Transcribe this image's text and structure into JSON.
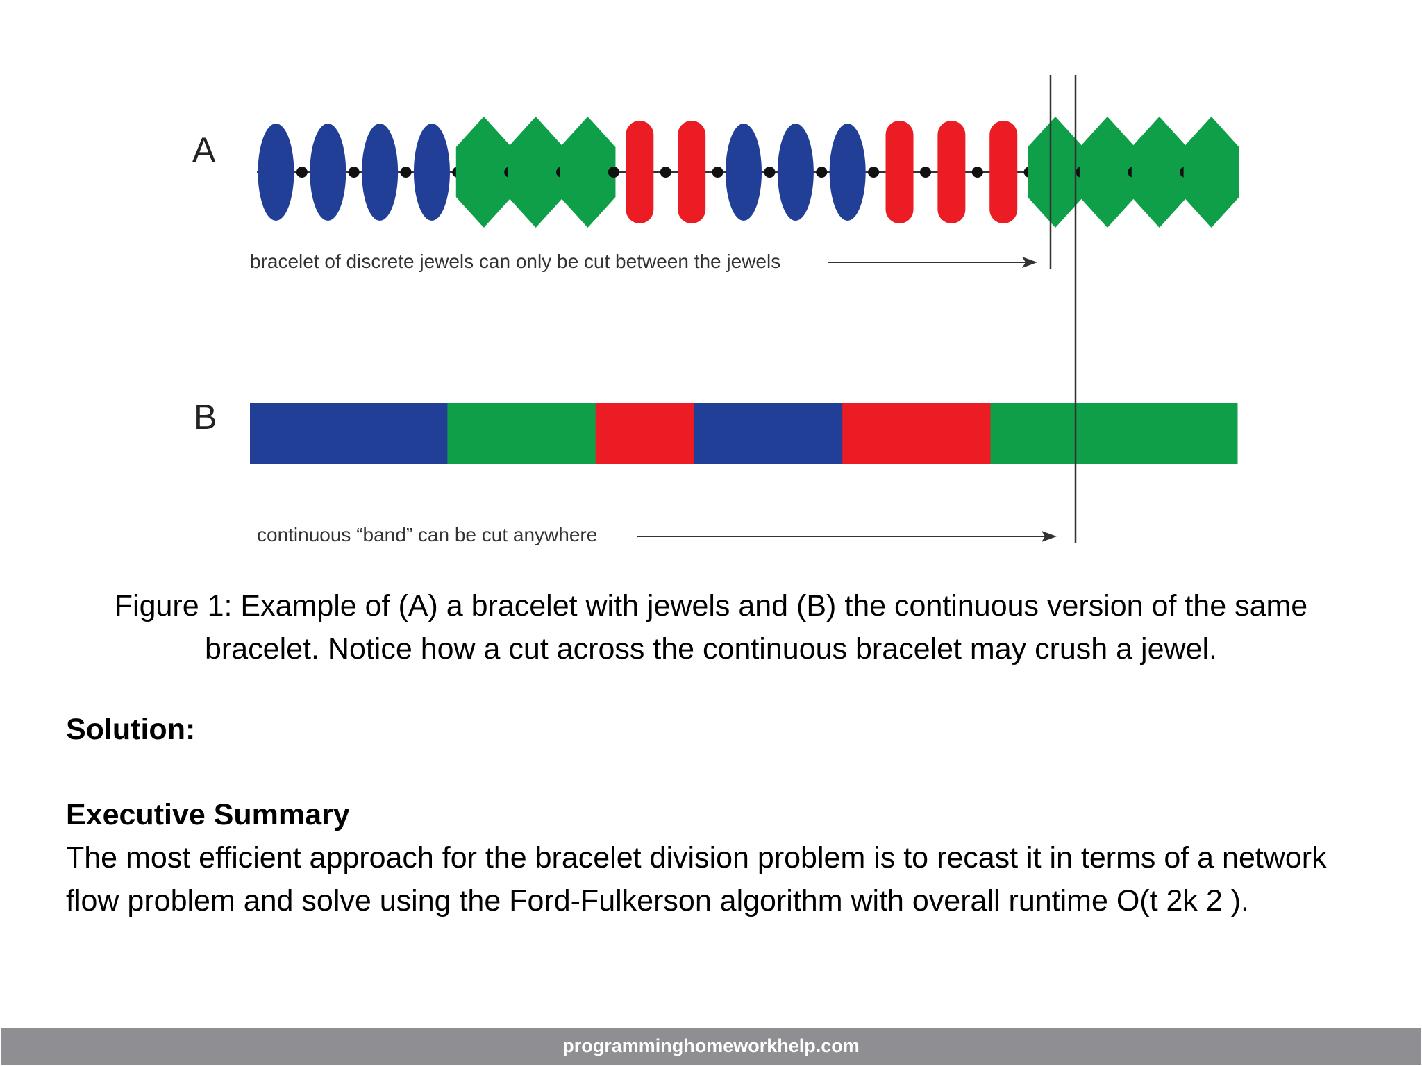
{
  "figure": {
    "label_a": "A",
    "label_b": "B",
    "note_a": "bracelet of discrete jewels can only be cut between the jewels",
    "note_b": "continuous “band” can be cut anywhere",
    "jewels": [
      "blue",
      "blue",
      "blue",
      "blue",
      "green",
      "green",
      "green",
      "red",
      "red",
      "blue",
      "blue",
      "blue",
      "red",
      "red",
      "red",
      "green",
      "green",
      "green",
      "green"
    ],
    "bands": [
      {
        "color": "blue",
        "length": 4
      },
      {
        "color": "green",
        "length": 3
      },
      {
        "color": "red",
        "length": 2
      },
      {
        "color": "blue",
        "length": 3
      },
      {
        "color": "red",
        "length": 3
      },
      {
        "color": "green",
        "length": 5
      }
    ],
    "colors": {
      "blue": "#223f98",
      "green": "#0f9f48",
      "red": "#ec1c24",
      "dot": "#111111",
      "line": "#333333"
    }
  },
  "caption": "Figure 1: Example of (A) a bracelet with jewels and (B) the continuous version of the same bracelet. Notice how a cut across the continuous bracelet may crush a jewel.",
  "solution_heading": "Solution:",
  "summary_heading": "Executive Summary",
  "summary_text": "The most efficient approach for the bracelet division problem is to recast it in terms of a network flow problem and solve using the Ford-Fulkerson algorithm with overall runtime O(t 2k 2 ).",
  "footer": "programminghomeworkhelp.com"
}
